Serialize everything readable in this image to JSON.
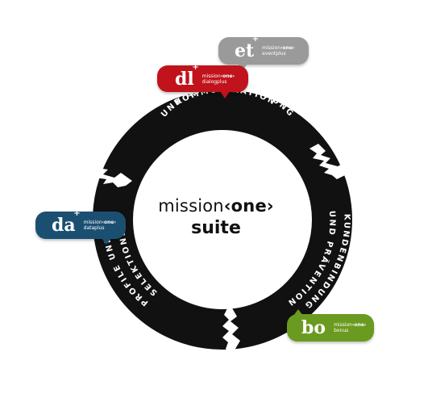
{
  "center": {
    "line1_prefix": "mission",
    "line1_brand": "‹one›",
    "line2": "suite"
  },
  "ring": {
    "color": "#111111",
    "segments": [
      {
        "id": "top",
        "line1": "KOMMUNIKATION",
        "line2": "UND AUTOMATISIERUNG"
      },
      {
        "id": "right",
        "line1": "KUNDENBINDUNG",
        "line2": "UND PRÄVENTION"
      },
      {
        "id": "left",
        "line1": "PROFILE UND",
        "line2": "SELEKTIONEN"
      }
    ]
  },
  "products": [
    {
      "key": "et",
      "abbr": "et",
      "sup": "+",
      "name_prefix": "mission",
      "name_brand": "‹one›",
      "sub": "eventplus",
      "color": "#9a9a9a"
    },
    {
      "key": "dl",
      "abbr": "dl",
      "sup": "+",
      "name_prefix": "mission",
      "name_brand": "‹one›",
      "sub": "dialogplus",
      "color": "#c0131b"
    },
    {
      "key": "da",
      "abbr": "da",
      "sup": "+",
      "name_prefix": "mission",
      "name_brand": "‹one›",
      "sub": "dataplus",
      "color": "#1b4f72"
    },
    {
      "key": "bo",
      "abbr": "bo",
      "sup": "",
      "name_prefix": "mission",
      "name_brand": "‹one›",
      "sub": "bonus",
      "color": "#6a9a1f"
    }
  ]
}
